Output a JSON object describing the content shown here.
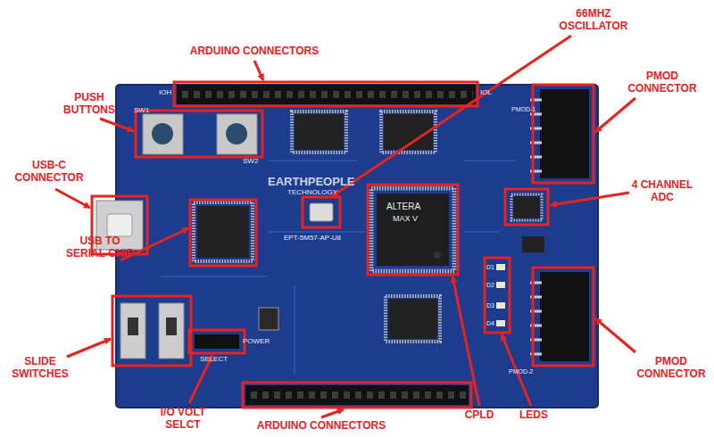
{
  "diagram": {
    "labels": [
      "ARDUINO CONNECTORS",
      "66MHZ OSCILLATOR",
      "PUSH BUTTONS",
      "PMOD CONNECTOR",
      "USB-C CONNECTOR",
      "4 CHANNEL ADC",
      "USB TO SERIAL CHIP",
      "SLIDE SWITCHES",
      "I/O VOLT SELCT",
      "ARDUINO CONNECTORS",
      "CPLD",
      "LEDS",
      "PMOD CONNECTOR",
      "SW1",
      "SW2",
      "EARTHPEOPLE",
      "TECHNOLOGY",
      "EPT-5M57-AP-U8",
      "ALTERA",
      "MAX V",
      "PMOD-1",
      "PMOD-2",
      "D1",
      "D2",
      "D3",
      "D4",
      "POWER",
      "SELECT",
      "IOH",
      "IOL"
    ]
  }
}
